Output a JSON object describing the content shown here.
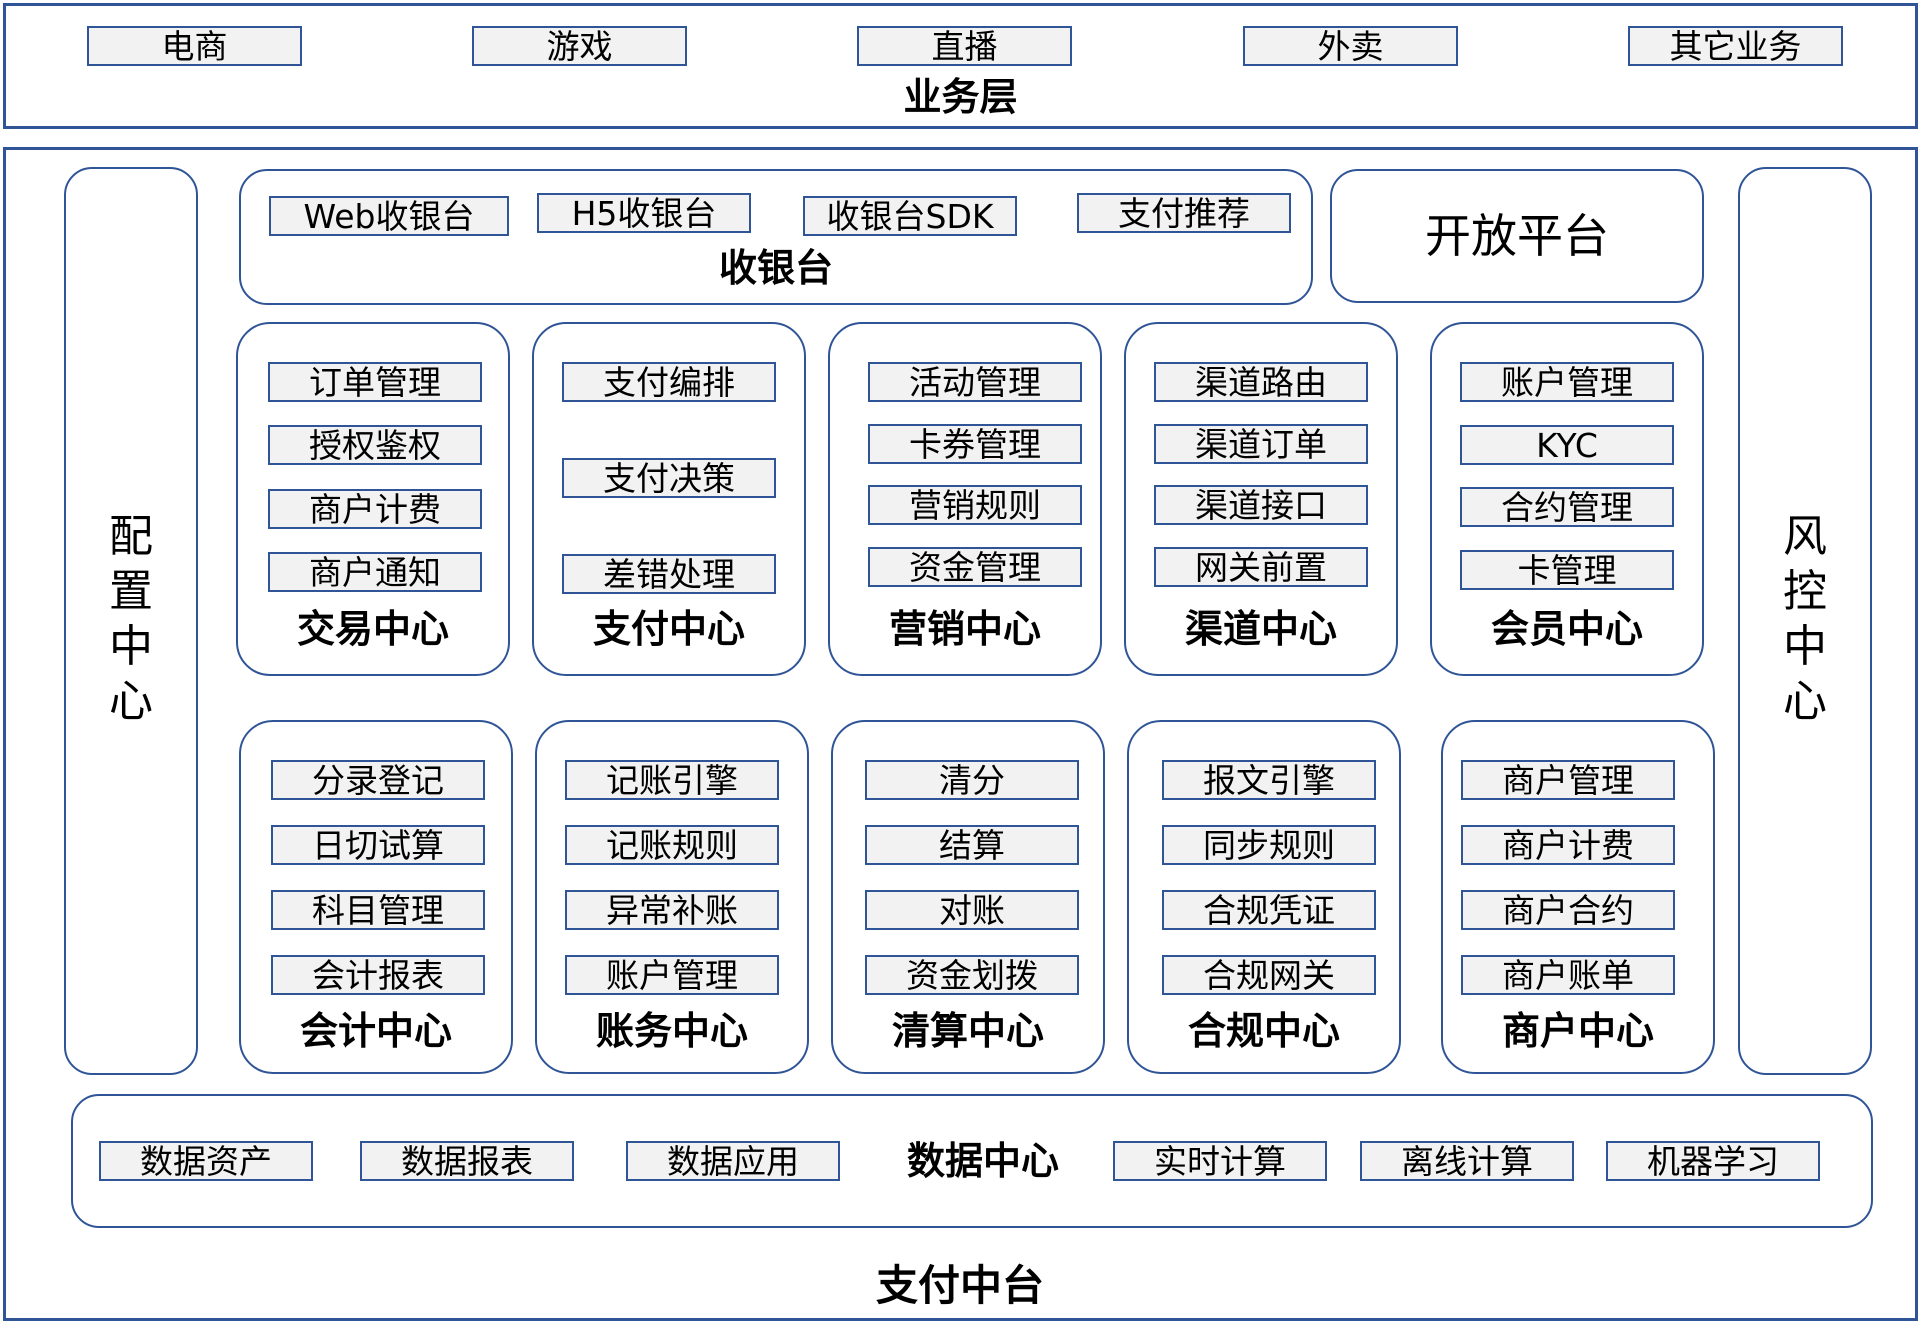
{
  "business": {
    "title": "业务层",
    "items": [
      "电商",
      "游戏",
      "直播",
      "外卖",
      "其它业务"
    ]
  },
  "platform": {
    "title": "支付中台"
  },
  "config_center": {
    "title": "配置中心"
  },
  "risk_center": {
    "title": "风控中心"
  },
  "open_platform": {
    "title": "开放平台"
  },
  "cashier": {
    "title": "收银台",
    "items": [
      "Web收银台",
      "H5收银台",
      "收银台SDK",
      "支付推荐"
    ]
  },
  "trade_center": {
    "title": "交易中心",
    "items": [
      "订单管理",
      "授权鉴权",
      "商户计费",
      "商户通知"
    ]
  },
  "pay_center": {
    "title": "支付中心",
    "items": [
      "支付编排",
      "支付决策",
      "差错处理"
    ]
  },
  "marketing_center": {
    "title": "营销中心",
    "items": [
      "活动管理",
      "卡券管理",
      "营销规则",
      "资金管理"
    ]
  },
  "channel_center": {
    "title": "渠道中心",
    "items": [
      "渠道路由",
      "渠道订单",
      "渠道接口",
      "网关前置"
    ]
  },
  "member_center": {
    "title": "会员中心",
    "items": [
      "账户管理",
      "KYC",
      "合约管理",
      "卡管理"
    ]
  },
  "accounting_center": {
    "title": "会计中心",
    "items": [
      "分录登记",
      "日切试算",
      "科目管理",
      "会计报表"
    ]
  },
  "ledger_center": {
    "title": "账务中心",
    "items": [
      "记账引擎",
      "记账规则",
      "异常补账",
      "账户管理"
    ]
  },
  "clearing_center": {
    "title": "清算中心",
    "items": [
      "清分",
      "结算",
      "对账",
      "资金划拨"
    ]
  },
  "compliance_center": {
    "title": "合规中心",
    "items": [
      "报文引擎",
      "同步规则",
      "合规凭证",
      "合规网关"
    ]
  },
  "merchant_center": {
    "title": "商户中心",
    "items": [
      "商户管理",
      "商户计费",
      "商户合约",
      "商户账单"
    ]
  },
  "data_center": {
    "title": "数据中心",
    "items": [
      "数据资产",
      "数据报表",
      "数据应用",
      "实时计算",
      "离线计算",
      "机器学习"
    ]
  },
  "colors": {
    "border": "#2f5597",
    "box_fill": "#f2f2f2"
  }
}
